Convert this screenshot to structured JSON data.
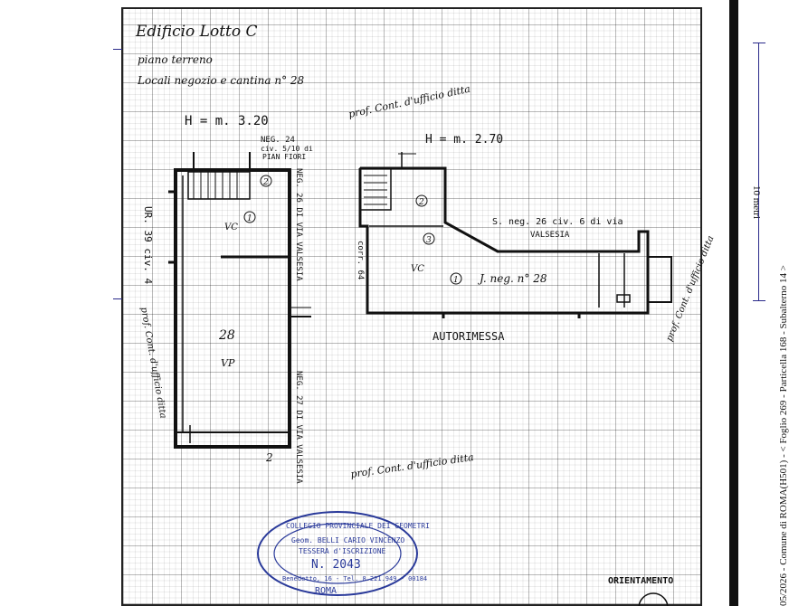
{
  "header": {
    "line1": "Edificio Lotto C",
    "line2": "piano terreno",
    "line3": "Locali negozio e cantina n° 28"
  },
  "plan_left": {
    "height": "H = m. 3.20",
    "neg_top": "NEG. 24",
    "neg_top_sub1": "civ. 5/10 di",
    "neg_top_sub2": "PIAN FIORI",
    "side_left": "UR. 39 civ. 4",
    "side_right_top": "NEG. 26 DI VIA VALSESIA",
    "side_right_bottom": "NEG. 27 DI VIA VALSESIA",
    "room_number": "28",
    "room_code": "VP",
    "mark_1": "1",
    "mark_2": "2",
    "vc": "VC",
    "bottom_num": "2"
  },
  "plan_right": {
    "height": "H = m. 2.70",
    "neg_label1": "S. neg. 26 civ. 6 di via",
    "neg_label2": "VALSESIA",
    "corr": "corr. 64",
    "neg_name": "J. neg. n° 28",
    "mark_1": "1",
    "mark_2": "2",
    "mark_3": "3",
    "vc": "VC",
    "bottom": "AUTORIMESSA"
  },
  "signatures": {
    "top": "prof. Cont. d'ufficio ditta",
    "left": "prof. Cont. d'ufficio ditta",
    "bottom": "prof. Cont. d'ufficio ditta",
    "right": "prof. Cont. d'ufficio ditta"
  },
  "stamp": {
    "ring_text": "COLLEGIO PROVINCIALE DEI GEOMETRI",
    "name": "Geom. BELLI CARIO VINCENZO",
    "tessera": "TESSERA d'ISCRIZIONE",
    "number": "N. 2043",
    "address": "Benedetto, 16 - Tel. 8.221.949 - 00184",
    "city": "ROMA",
    "color": "#2a3a9a"
  },
  "orientamento": "ORIENTAMENTO",
  "side_info": "05/2026 - Comune di ROMA(H501) - < Foglio 269 - Particella 168 - Subalterno 14 >",
  "scale_label": "10 metri"
}
